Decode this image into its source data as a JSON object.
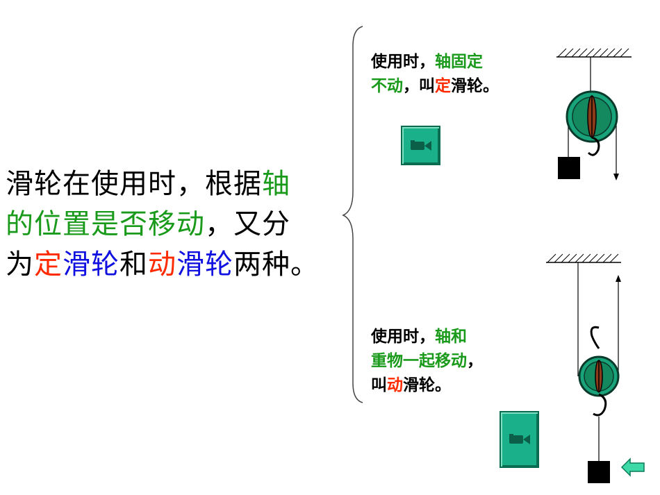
{
  "main": {
    "line1_a": "滑轮在使用时，根据",
    "line1_b": "轴",
    "line2_a": "的位置是否移动",
    "line2_b": "，又分",
    "line3_a": "为",
    "line3_b": "定",
    "line3_c": "滑轮",
    "line3_d": "和",
    "line3_e": "动",
    "line3_f": "滑轮",
    "line3_g": "两种。"
  },
  "fixed_note": {
    "l1_a": "使用时，",
    "l1_b": "轴固定",
    "l2_a": "不动",
    "l2_b": "，叫",
    "l2_c": "定",
    "l2_d": "滑轮。"
  },
  "movable_note": {
    "l1_a": "使用时，",
    "l1_b": "轴和",
    "l2_a": "重物一起移动",
    "l2_b": "，",
    "l3_a": "叫",
    "l3_b": "动",
    "l3_c": "滑轮。"
  },
  "icons": {
    "media_button": "video-camera-icon",
    "arrow_button": "left-arrow-icon"
  },
  "colors": {
    "green_text": "#1a9a1a",
    "red_text": "#ff2a00",
    "blue_text": "#1010e0",
    "pulley_green": "#19a37a",
    "pulley_core": "#8b3a1a",
    "media_button": "#19b08a"
  }
}
